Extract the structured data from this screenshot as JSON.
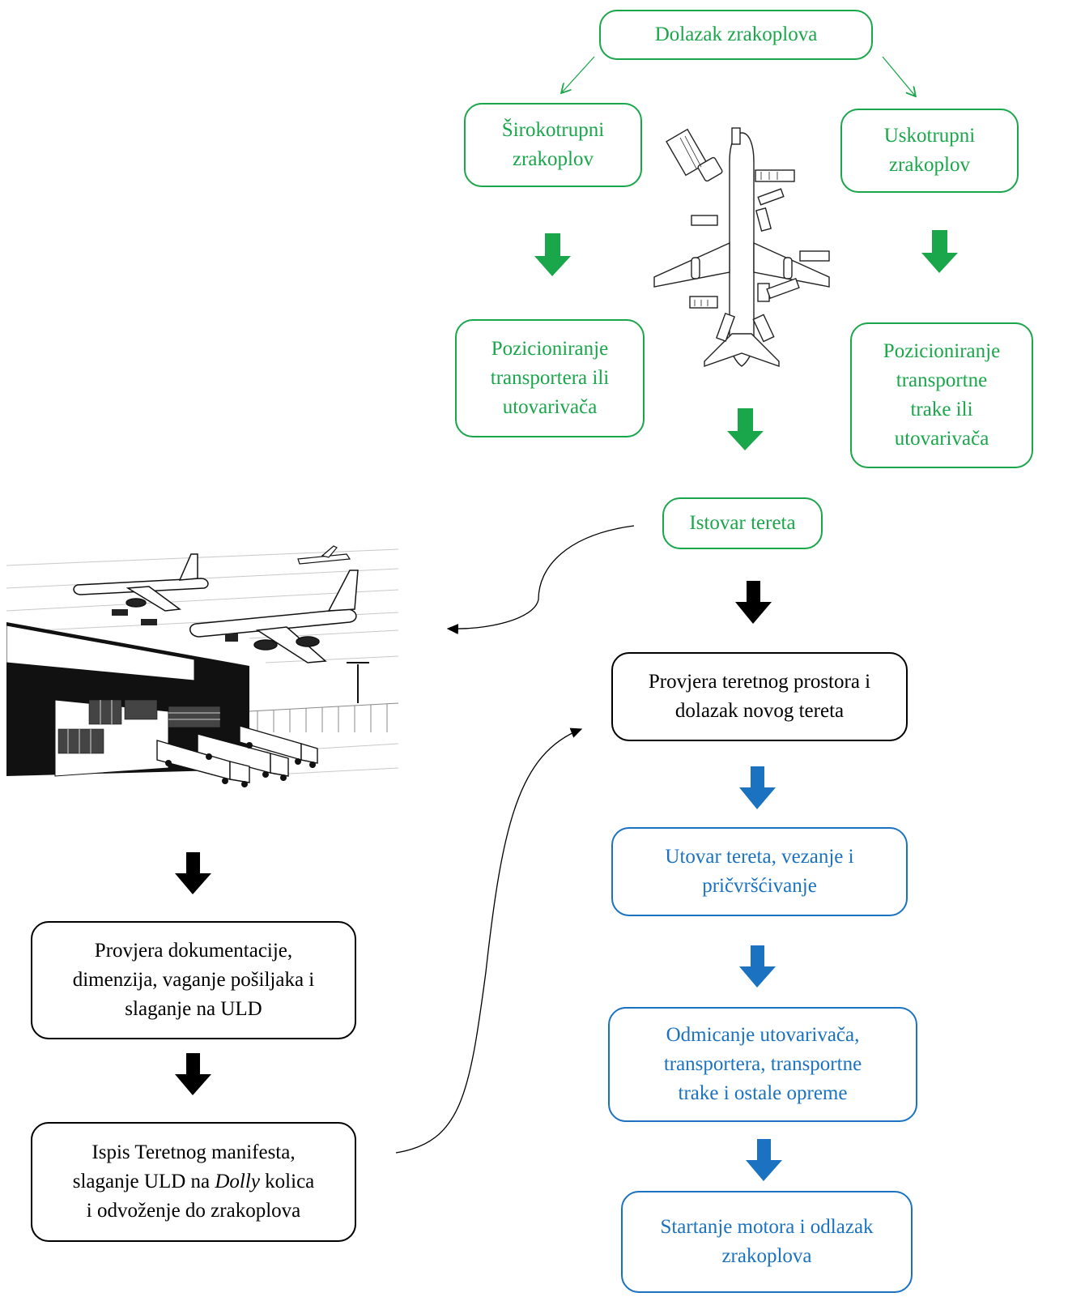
{
  "nodes": {
    "arrival": "Dolazak zrakoplova",
    "widebody": "Širokotrupni\nzrakoplov",
    "narrowbody": "Uskotrupni\nzrakoplov",
    "pos_wide": "Pozicioniranje\ntransportera ili\nutovarivača",
    "pos_narrow": "Pozicioniranje\ntransportne\ntrake ili\nutovarivača",
    "unload": "Istovar tereta",
    "check_hold": "Provjera teretnog prostora i\ndolazak novog tereta",
    "load": "Utovar tereta, vezanje i\npričvršćivanje",
    "remove_equipment": "Odmicanje utovarivača,\ntransportera, transportne\ntrake i ostale opreme",
    "departure": "Startanje motora i odlazak\nzrakoplova",
    "check_docs": "Provjera dokumentacije,\ndimenzija, vaganje pošiljaka i\nslaganje na ULD",
    "manifest_pre": "Ispis Teretnog manifesta,\nslaganje ULD na ",
    "manifest_italic": "Dolly",
    "manifest_post": " kolica\ni odvoženje do zrakoplova"
  },
  "colors": {
    "green": "#1aa64a",
    "black": "#000000",
    "blue": "#1a72c0"
  },
  "icons": {
    "aircraft": "aircraft-ground-handling-top-view-icon",
    "warehouse": "cargo-terminal-illustration"
  }
}
